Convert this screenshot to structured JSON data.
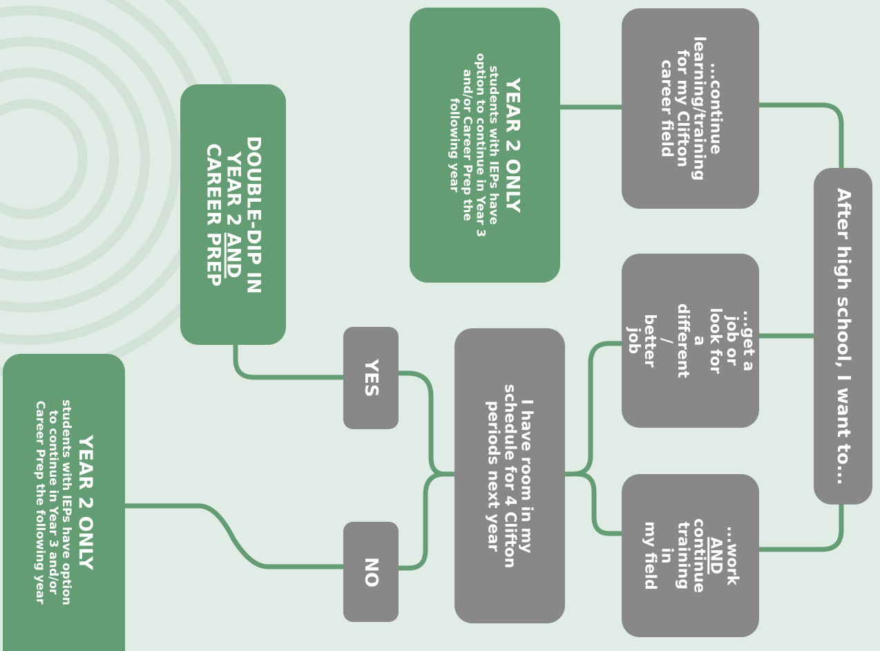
{
  "colors": {
    "background": "#e2ece7",
    "gray_box": "#888889",
    "green_box": "#649d73",
    "connector": "#649d73",
    "text": "#ffffff"
  },
  "nodes": {
    "after_high_school": "After high school, I want to...",
    "continue_learning": [
      "...continue",
      "learning/training",
      "for my Clifton",
      "career field"
    ],
    "get_job": [
      "...get a job or",
      "look for a",
      "different /",
      "better job"
    ],
    "work_and_training": {
      "lead": "...work",
      "and": "AND",
      "lines": [
        "continue",
        "training in",
        "my field"
      ]
    },
    "room_in_schedule": [
      "I have room in my",
      "schedule for 4 Clifton",
      "periods next year"
    ],
    "yes": "YES",
    "no": "NO",
    "double_dip": {
      "lines": [
        "DOUBLE-DIP IN",
        "YEAR 2"
      ],
      "and": "AND",
      "last": "CAREER PREP"
    },
    "year2_top": {
      "heading": "YEAR 2 ONLY",
      "lines": [
        "students with IEPs have",
        "option to continue in Year 3",
        "and/or Career Prep the",
        "following year"
      ]
    },
    "year2_bottom": {
      "heading": "YEAR 2 ONLY",
      "lines": [
        "students with IEPs have option",
        "to continue in Year 3 and/or",
        "Career Prep the following year"
      ]
    }
  }
}
